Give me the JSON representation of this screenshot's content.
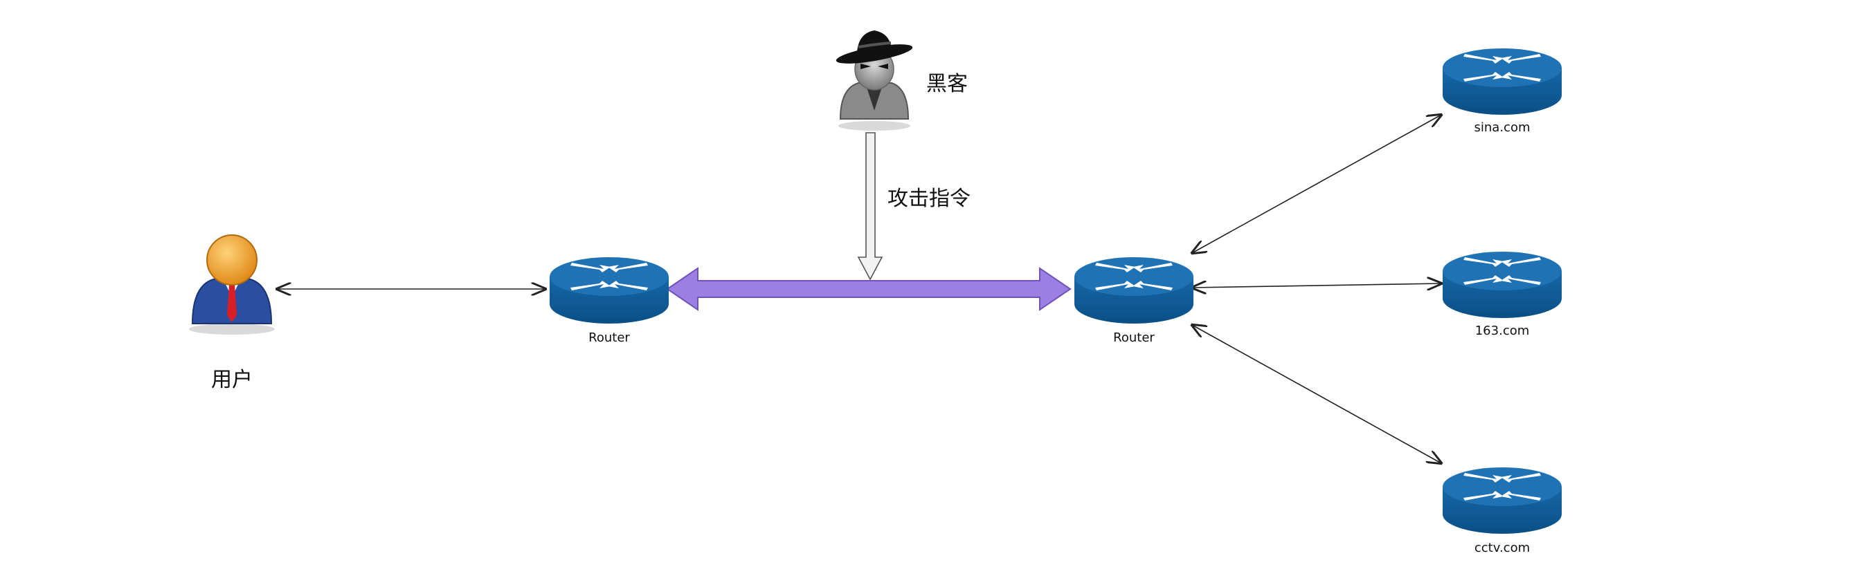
{
  "nodes": {
    "user_label": "用户",
    "hacker_label": "黑客",
    "router_left_label": "Router",
    "router_right_label": "Router",
    "server_sina_label": "sina.com",
    "server_163_label": "163.com",
    "server_cctv_label": "cctv.com"
  },
  "edges": {
    "attack_label": "攻击指令"
  },
  "colors": {
    "router_top": "#1f73b5",
    "router_body": "#0f5c98",
    "router_arrows": "#ffffff",
    "tunnel_fill": "#9b7fe3",
    "tunnel_stroke": "#6e53b8",
    "user_head": "#f0a030",
    "user_suit": "#2a4fa0",
    "user_tie": "#d81f26",
    "hacker_body": "#8a8a8a",
    "hacker_hat": "#111111",
    "attack_arrow_fill": "#f2f2f2",
    "attack_arrow_stroke": "#555555",
    "link_line": "#222222"
  }
}
